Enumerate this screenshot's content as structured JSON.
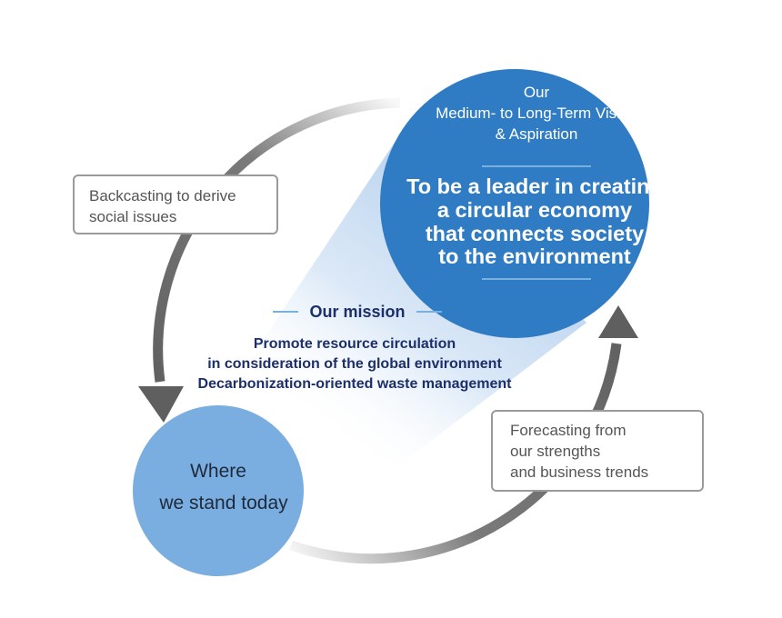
{
  "vision": {
    "heading_lines": [
      "Our",
      "Medium- to Long-Term Vision",
      "& Aspiration"
    ],
    "statement_lines": [
      "To be a leader in creating",
      "a circular economy",
      "that connects society",
      "to the environment"
    ]
  },
  "mission": {
    "title": "Our mission",
    "lines": [
      "Promote resource circulation",
      "in consideration of the global environment",
      "Decarbonization-oriented waste management"
    ]
  },
  "backcasting": {
    "lines": [
      "Backcasting to derive",
      "social issues"
    ]
  },
  "forecasting": {
    "lines": [
      "Forecasting from",
      "our strengths",
      "and business trends"
    ]
  },
  "today": {
    "lines": [
      "Where",
      "we stand today"
    ]
  },
  "colors": {
    "vision_circle": "#2f7cc4",
    "today_circle": "#7aaee0",
    "mission_text": "#1c2f6b",
    "arrow_gray": "#6b6b6b",
    "accent_line": "#7ab0e0"
  }
}
